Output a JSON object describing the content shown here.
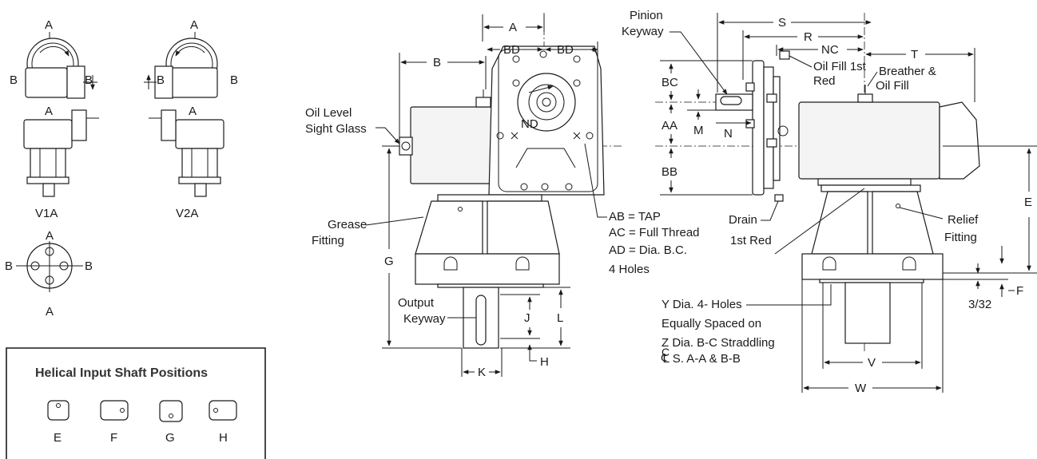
{
  "mounting": {
    "a_label": "A",
    "b_label": "B",
    "v1a": "V1A",
    "v2a": "V2A"
  },
  "helical": {
    "title": "Helical Input Shaft Positions",
    "positions": [
      "E",
      "F",
      "G",
      "H"
    ]
  },
  "front": {
    "a": "A",
    "b": "B",
    "bd": "BD",
    "nd": "ND",
    "g": "G",
    "j": "J",
    "l": "L",
    "k": "K",
    "h": "H",
    "oil_level_1": "Oil Level",
    "oil_level_2": "Sight Glass",
    "grease_1": "Grease",
    "grease_2": "Fitting",
    "output_1": "Output",
    "output_2": "Keyway",
    "tap_lines": [
      "AB = TAP",
      "AC = Full Thread",
      "AD = Dia. B.C.",
      "4 Holes"
    ]
  },
  "side": {
    "s": "S",
    "r": "R",
    "nc": "NC",
    "t": "T",
    "bc": "BC",
    "aa": "AA",
    "bb": "BB",
    "m": "M",
    "n": "N",
    "e": "E",
    "f": "F",
    "v": "V",
    "w": "W",
    "c": "C",
    "frac": "3/32",
    "pinion_1": "Pinion",
    "pinion_2": "Keyway",
    "oilfill_1": "Oil Fill 1st",
    "oilfill_2": "Red",
    "breather_1": "Breather &",
    "breather_2": "Oil Fill",
    "drain_1": "Drain",
    "drain_2": "1st Red",
    "relief_1": "Relief",
    "relief_2": "Fitting",
    "holes_lines": [
      "Y Dia. 4- Holes",
      "Equally Spaced on",
      "Z Dia. B-C Straddling",
      "℄ S. A-A & B-B"
    ]
  }
}
